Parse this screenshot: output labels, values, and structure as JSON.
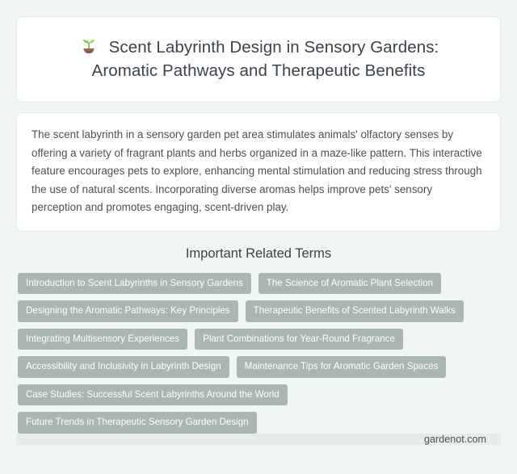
{
  "header": {
    "icon": "seedling-icon",
    "title_line1": "Scent Labyrinth Design in Sensory Gardens:",
    "title_line2": "Aromatic Pathways and Therapeutic Benefits"
  },
  "description": {
    "text": "The scent labyrinth in a sensory garden pet area stimulates animals' olfactory senses by offering a variety of fragrant plants and herbs organized in a maze-like pattern. This interactive feature encourages pets to explore, enhancing mental stimulation and reducing stress through the use of natural scents. Incorporating diverse aromas helps improve pets' sensory perception and promotes engaging, scent-driven play."
  },
  "terms": {
    "heading": "Important Related Terms",
    "items": [
      "Introduction to Scent Labyrinths in Sensory Gardens",
      "The Science of Aromatic Plant Selection",
      "Designing the Aromatic Pathways: Key Principles",
      "Therapeutic Benefits of Scented Labyrinth Walks",
      "Integrating Multisensory Experiences",
      "Plant Combinations for Year-Round Fragrance",
      "Accessibility and Inclusivity in Labyrinth Design",
      "Maintenance Tips for Aromatic Garden Spaces",
      "Case Studies: Successful Scent Labyrinths Around the World",
      "Future Trends in Therapeutic Sensory Garden Design"
    ]
  },
  "footer": {
    "site": "gardenot.com"
  },
  "colors": {
    "page_background": "#eff6f3",
    "card_background": "#ffffff",
    "card_border": "#e3ebe8",
    "heading_text": "#3b434a",
    "body_text": "#4a5259",
    "tag_background": "#a9b6b1",
    "tag_text": "#ffffff",
    "footer_background": "#e6ecea"
  }
}
